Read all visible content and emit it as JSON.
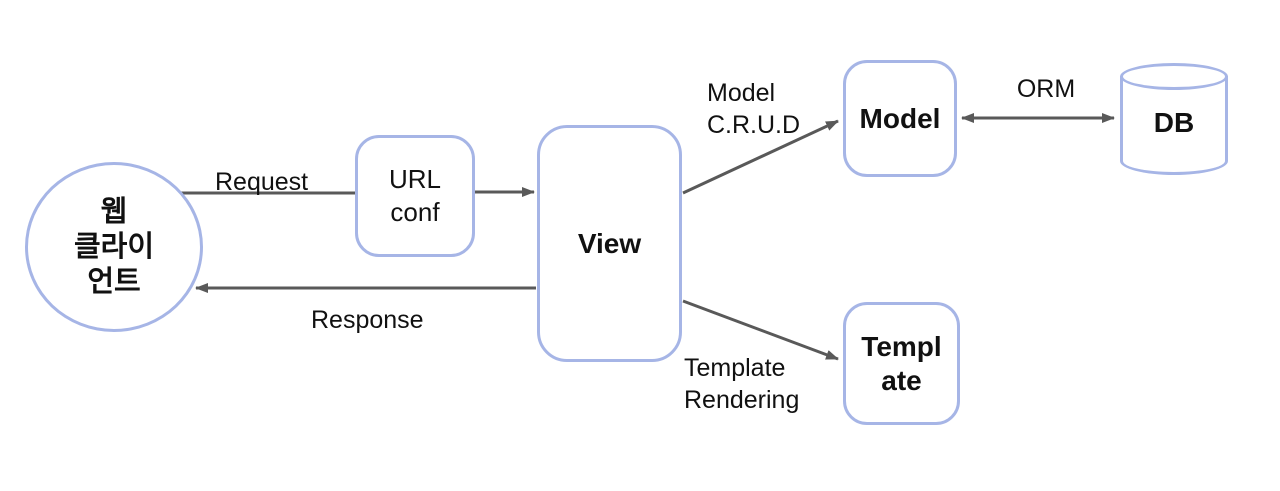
{
  "colors": {
    "node-border": "#a6b5e6",
    "arrow-color": "#595959",
    "text-color": "#111111",
    "bg": "#ffffff"
  },
  "nodes": {
    "web_client": {
      "lines": [
        "웹",
        "클라이",
        "언트"
      ]
    },
    "url_conf": {
      "lines": [
        "URL",
        "conf"
      ]
    },
    "view": {
      "label": "View"
    },
    "model": {
      "label": "Model"
    },
    "template": {
      "lines": [
        "Templ",
        "ate"
      ]
    },
    "db": {
      "label": "DB"
    }
  },
  "edges": {
    "request": {
      "label": "Request"
    },
    "response": {
      "label": "Response"
    },
    "model_crud": {
      "lines": [
        "Model",
        "C.R.U.D"
      ]
    },
    "orm": {
      "label": "ORM"
    },
    "template_rendering": {
      "lines": [
        "Template",
        "Rendering"
      ]
    }
  }
}
